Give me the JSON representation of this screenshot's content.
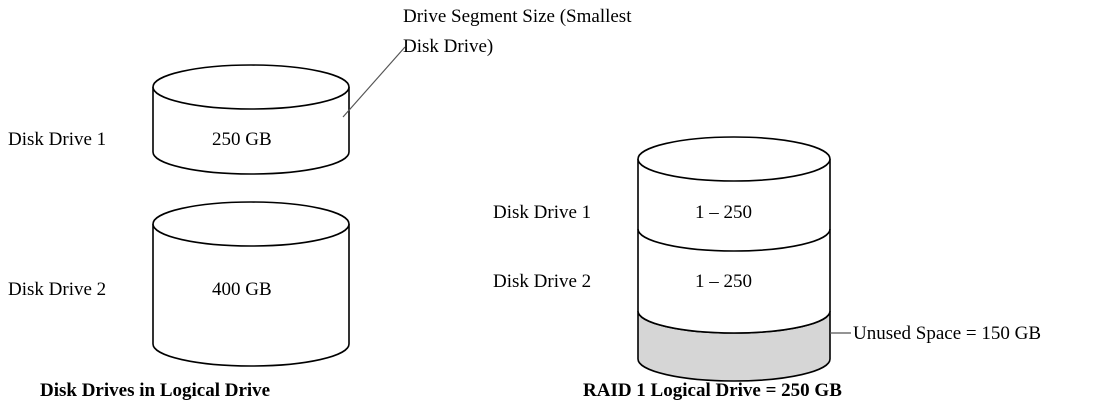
{
  "left_group": {
    "caption": "Disk Drives in Logical Drive",
    "drive1": {
      "label": "Disk Drive 1",
      "capacity": "250 GB"
    },
    "drive2": {
      "label": "Disk Drive 2",
      "capacity": "400 GB"
    },
    "callout_line1": "Drive Segment Size (Smallest",
    "callout_line2": "Disk Drive)"
  },
  "right_group": {
    "caption": "RAID 1 Logical Drive = 250 GB",
    "drive1": {
      "label": "Disk Drive 1",
      "range": "1 – 250"
    },
    "drive2": {
      "label": "Disk Drive 2",
      "range": "1 – 250"
    },
    "unused": "Unused Space = 150 GB"
  },
  "colors": {
    "unused_fill": "#d6d6d6",
    "stroke": "#000000"
  }
}
